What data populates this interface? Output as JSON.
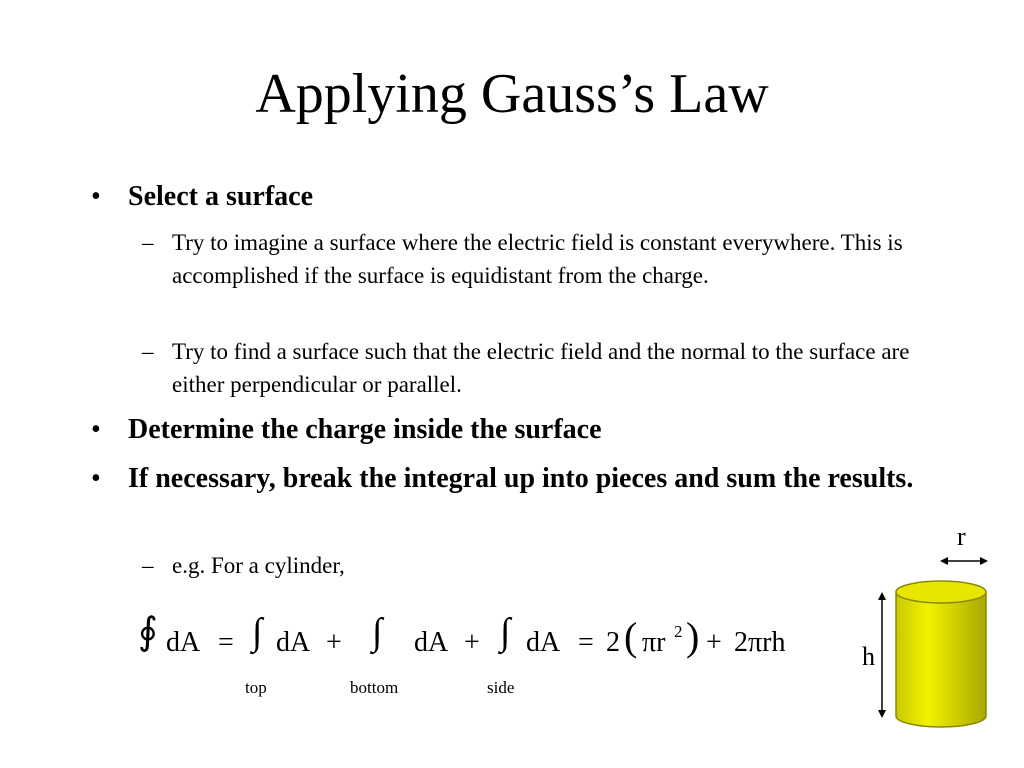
{
  "slide": {
    "title": "Applying Gauss’s Law",
    "bullets": [
      {
        "text": "Select a surface",
        "subitems": [
          "Try to imagine a surface where the electric field is constant everywhere. This is accomplished if the surface is equidistant from the charge.",
          "Try to find a surface such that the electric field and the normal to the surface are either perpendicular or parallel."
        ]
      },
      {
        "text": "Determine the charge inside the surface",
        "subitems": []
      },
      {
        "text": "If necessary, break the integral up into pieces and sum the results.",
        "subitems": [
          "e.g.  For a cylinder,"
        ]
      }
    ],
    "bullet_symbol": "•",
    "dash_symbol": "–"
  },
  "equation": {
    "closed_integral": "∮",
    "integral": "∫",
    "dA": "dA",
    "equals": "=",
    "plus": "+",
    "two": "2",
    "open_paren": "(",
    "close_paren": ")",
    "pi_r": "πr",
    "sup2": "2",
    "two_pi_rh": "2πrh",
    "sub_top": "top",
    "sub_bottom": "bottom",
    "sub_side": "side"
  },
  "cylinder": {
    "radius_label": "r",
    "height_label": "h",
    "fill_color": "#e6e600",
    "shade_color": "#b3b300",
    "edge_color": "#8a8a00"
  }
}
